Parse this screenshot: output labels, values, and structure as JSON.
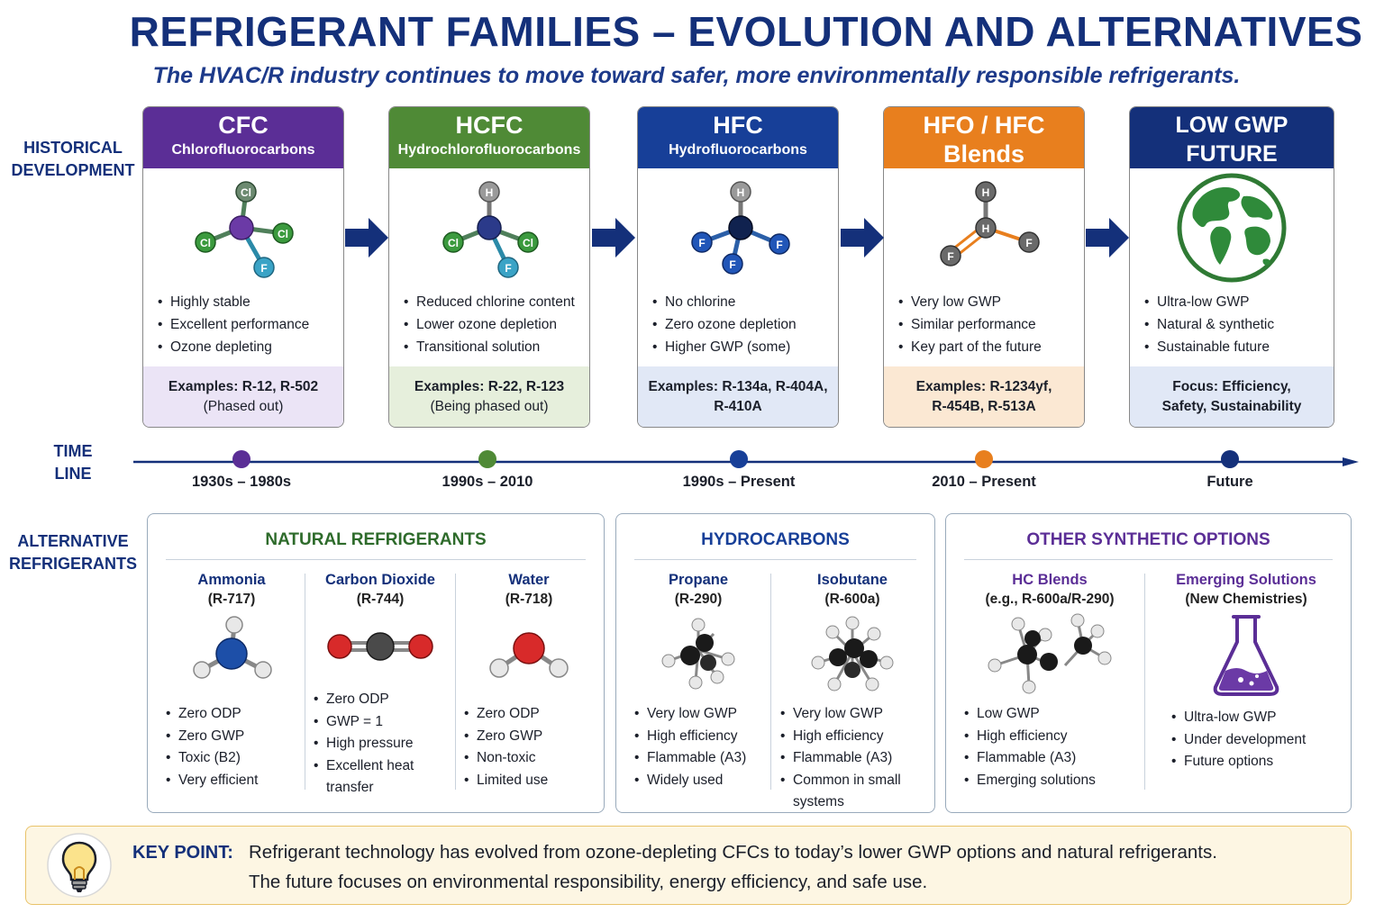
{
  "title": "REFRIGERANT FAMILIES – EVOLUTION AND ALTERNATIVES",
  "subtitle": "The HVAC/R industry continues to move toward safer, more environmentally responsible refrigerants.",
  "side_labels": {
    "historical": [
      "HISTORICAL",
      "DEVELOPMENT"
    ],
    "timeline": [
      "TIME",
      "LINE"
    ],
    "alternatives": [
      "ALTERNATIVE",
      "REFRIGERANTS"
    ]
  },
  "families": [
    {
      "name": "CFC",
      "subtitle": "Chlorofluorocarbons",
      "color": "#5b2e96",
      "light": "#ebe4f6",
      "bullets": [
        "Highly stable",
        "Excellent performance",
        "Ozone depleting"
      ],
      "examples": [
        "Examples: R-12, R-502",
        "(Phased out)"
      ]
    },
    {
      "name": "HCFC",
      "subtitle": "Hydrochlorofluorocarbons",
      "color": "#4f8a36",
      "light": "#e6efdc",
      "bullets": [
        "Reduced chlorine content",
        "Lower ozone depletion",
        "Transitional solution"
      ],
      "examples": [
        "Examples: R-22, R-123",
        "(Being phased out)"
      ]
    },
    {
      "name": "HFC",
      "subtitle": "Hydrofluorocarbons",
      "color": "#173f98",
      "light": "#e1e8f6",
      "bullets": [
        "No chlorine",
        "Zero ozone depletion",
        "Higher GWP (some)"
      ],
      "examples": [
        "Examples: R-134a, R-404A,",
        "R-410A"
      ]
    },
    {
      "name": "HFO / HFC Blends",
      "subtitle": "Hydrofluoroolefins",
      "color": "#e87f1e",
      "light": "#fbe8d3",
      "bullets": [
        "Very low GWP",
        "Similar performance",
        "Key part of the future"
      ],
      "examples": [
        "Examples: R-1234yf,",
        "R-454B, R-513A"
      ]
    },
    {
      "name": "LOW GWP FUTURE",
      "subtitle": "Next Generation Solutions",
      "color": "#14307a",
      "light": "#e1e8f6",
      "bullets": [
        "Ultra-low GWP",
        "Natural & synthetic",
        "Sustainable future"
      ],
      "examples": [
        "Focus: Efficiency,",
        "Safety, Sustainability"
      ]
    }
  ],
  "molecule_atoms": {
    "cfc": [
      "Cl",
      "Cl",
      "Cl",
      "F"
    ],
    "hcfc": [
      "H",
      "Cl",
      "Cl",
      "F"
    ],
    "hfc": [
      "H",
      "F",
      "F",
      "F"
    ],
    "hfo": [
      "H",
      "H",
      "F",
      "F"
    ]
  },
  "timeline": [
    {
      "label": "1930s – 1980s",
      "color": "#5b2e96"
    },
    {
      "label": "1990s – 2010",
      "color": "#4f8a36"
    },
    {
      "label": "1990s – Present",
      "color": "#173f98"
    },
    {
      "label": "2010 – Present",
      "color": "#e87f1e"
    },
    {
      "label": "Future",
      "color": "#14307a"
    }
  ],
  "alternatives": {
    "natural": {
      "title": "NATURAL REFRIGERANTS",
      "color": "#2e6b2b",
      "items": [
        {
          "name": "Ammonia",
          "code": "(R-717)",
          "bullets": [
            "Zero ODP",
            "Zero GWP",
            "Toxic (B2)",
            "Very efficient"
          ]
        },
        {
          "name": "Carbon Dioxide",
          "code": "(R-744)",
          "bullets": [
            "Zero ODP",
            "GWP = 1",
            "High pressure",
            "Excellent heat",
            "transfer"
          ]
        },
        {
          "name": "Water",
          "code": "(R-718)",
          "bullets": [
            "Zero ODP",
            "Zero GWP",
            "Non-toxic",
            "Limited use"
          ]
        }
      ]
    },
    "hydrocarbons": {
      "title": "HYDROCARBONS",
      "color": "#173f98",
      "items": [
        {
          "name": "Propane",
          "code": "(R-290)",
          "bullets": [
            "Very low GWP",
            "High efficiency",
            "Flammable (A3)",
            "Widely used"
          ]
        },
        {
          "name": "Isobutane",
          "code": "(R-600a)",
          "bullets": [
            "Very low GWP",
            "High efficiency",
            "Flammable (A3)",
            "Common in small",
            "systems"
          ]
        }
      ]
    },
    "synthetic": {
      "title": "OTHER SYNTHETIC OPTIONS",
      "color": "#5b2e96",
      "items": [
        {
          "name": "HC Blends",
          "code": "(e.g., R-600a/R-290)",
          "bullets": [
            "Low GWP",
            "High efficiency",
            "Flammable (A3)",
            "Emerging solutions"
          ]
        },
        {
          "name": "Emerging Solutions",
          "code": "(New Chemistries)",
          "bullets": [
            "Ultra-low GWP",
            "Under development",
            "Future options"
          ]
        }
      ]
    }
  },
  "key_point": {
    "label": "KEY POINT:",
    "lines": [
      "Refrigerant technology has evolved from ozone-depleting CFCs to today’s lower GWP options and natural refrigerants.",
      "The future focuses on environmental responsibility, energy efficiency, and safe use."
    ]
  }
}
